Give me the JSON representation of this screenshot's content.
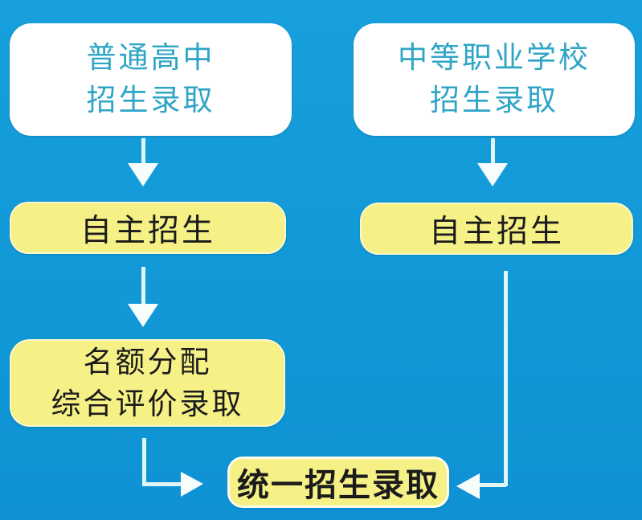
{
  "colors": {
    "bg_top": "#17A0DC",
    "bg_bottom": "#0E92D3",
    "node_white": "#FFFFFF",
    "node_yellow": "#F6F187",
    "yellow_outline": "#FDFEF0",
    "text_teal": "#2FA5C6",
    "text_black": "#1B1B1B",
    "arrow_line": "#DFF6F4",
    "arrow_head": "#F7FDFC"
  },
  "nodes": {
    "regular_high_school": {
      "line1": "普通高中",
      "line2": "招生录取"
    },
    "vocational_school": {
      "line1": "中等职业学校",
      "line2": "招生录取"
    },
    "independent_left": {
      "label": "自主招生"
    },
    "independent_right": {
      "label": "自主招生"
    },
    "quota_allocation": {
      "line1": "名额分配",
      "line2": "综合评价录取"
    },
    "unified": {
      "label": "统一招生录取"
    }
  }
}
